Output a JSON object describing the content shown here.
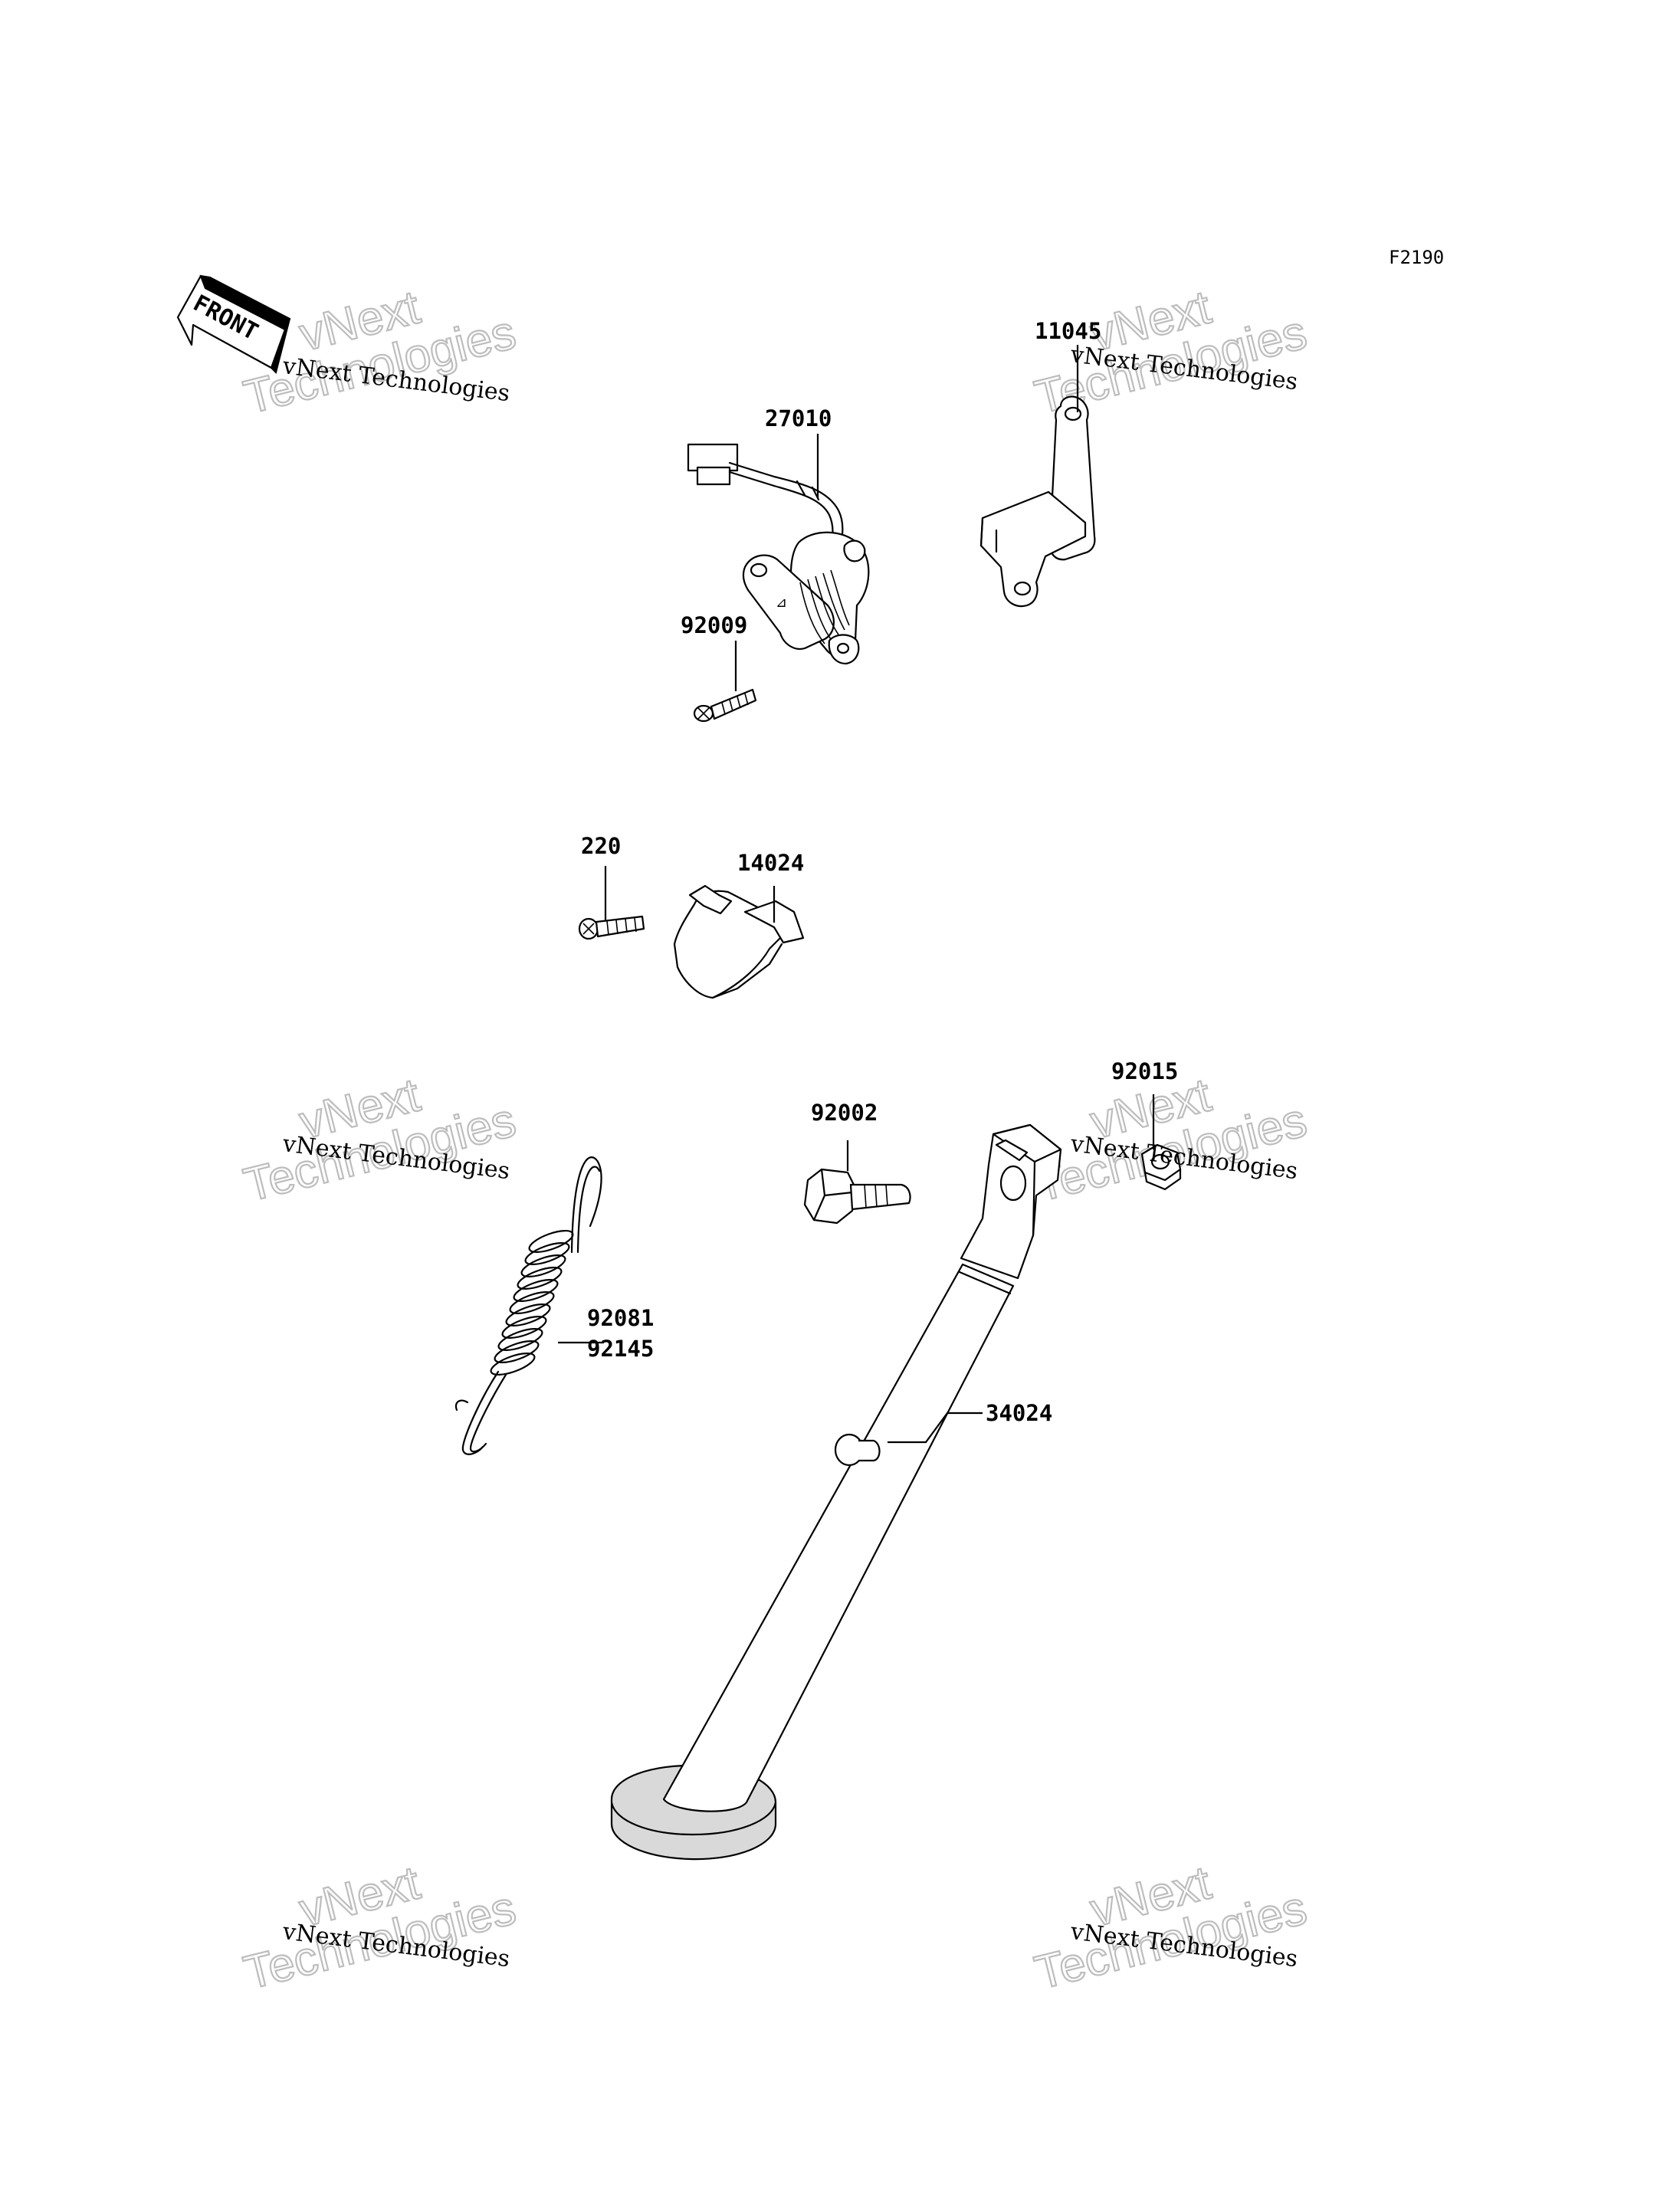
{
  "figure": {
    "id": "F2190"
  },
  "front_indicator": {
    "label": "FRONT"
  },
  "watermark": {
    "line1": "vNext",
    "line2": "Technologies",
    "caption": "vNext Technologies"
  },
  "parts": [
    {
      "number": "27010"
    },
    {
      "number": "11045"
    },
    {
      "number": "92009"
    },
    {
      "number": "220"
    },
    {
      "number": "14024"
    },
    {
      "number": "92002"
    },
    {
      "number": "92015"
    },
    {
      "number": "92081"
    },
    {
      "number": "92145"
    },
    {
      "number": "34024"
    }
  ],
  "colors": {
    "line": "#000000",
    "fill_shade": "#d9d9d9",
    "watermark_outline": "#bdbdbd",
    "background": "#ffffff"
  }
}
